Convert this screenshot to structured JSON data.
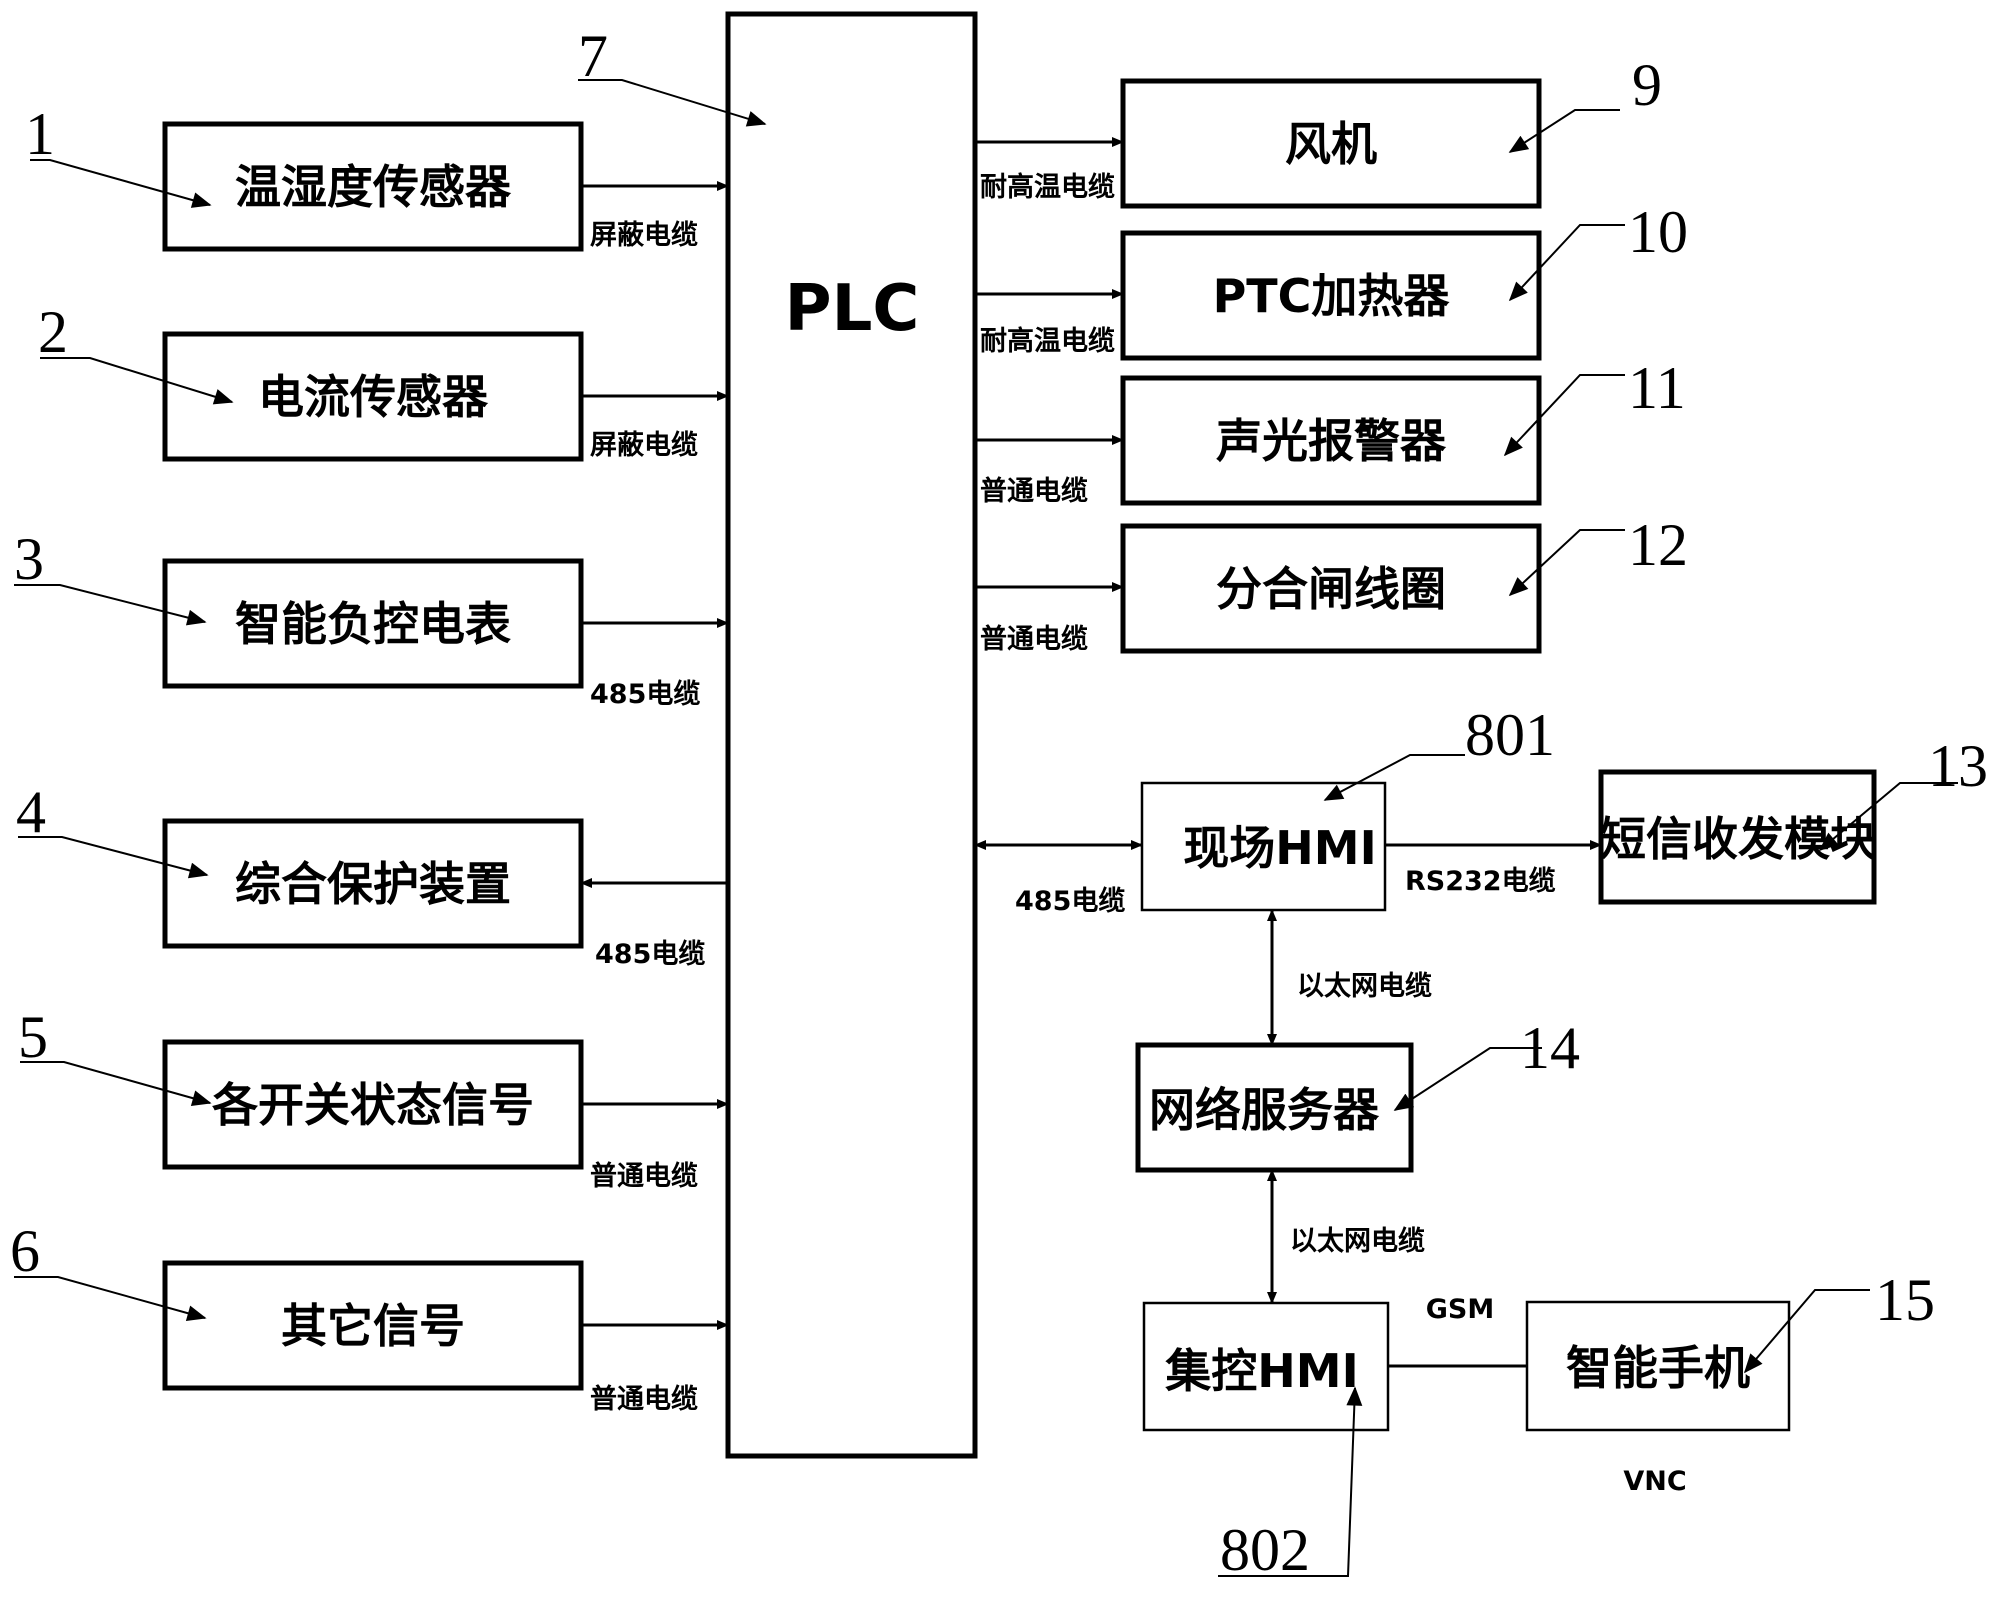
{
  "plc": {
    "label": "PLC",
    "number": "7"
  },
  "inputs": [
    {
      "number": "1",
      "label": "温湿度传感器",
      "cable": "屏蔽电缆"
    },
    {
      "number": "2",
      "label": "电流传感器",
      "cable": "屏蔽电缆"
    },
    {
      "number": "3",
      "label": "智能负控电表",
      "cable": "485电缆"
    },
    {
      "number": "4",
      "label": "综合保护装置",
      "cable": "485电缆"
    },
    {
      "number": "5",
      "label": "各开关状态信号",
      "cable": "普通电缆"
    },
    {
      "number": "6",
      "label": "其它信号",
      "cable": "普通电缆"
    }
  ],
  "outputs": [
    {
      "number": "9",
      "label": "风机",
      "cable": "耐高温电缆"
    },
    {
      "number": "10",
      "label": "PTC加热器",
      "cable": "耐高温电缆"
    },
    {
      "number": "11",
      "label": "声光报警器",
      "cable": "普通电缆"
    },
    {
      "number": "12",
      "label": "分合闸线圈",
      "cable": "普通电缆"
    }
  ],
  "network": {
    "field_hmi": {
      "number": "801",
      "label": "现场HMI",
      "cable_to_plc": "485电缆"
    },
    "sms_module": {
      "number": "13",
      "label": "短信收发模块",
      "cable": "RS232电缆"
    },
    "server": {
      "number": "14",
      "label": "网络服务器",
      "cable_above": "以太网电缆",
      "cable_below": "以太网电缆"
    },
    "central_hmi": {
      "number": "802",
      "label": "集控HMI"
    },
    "phone": {
      "number": "15",
      "label": "智能手机"
    },
    "gsm_label": "GSM",
    "vnc_label": "VNC"
  }
}
